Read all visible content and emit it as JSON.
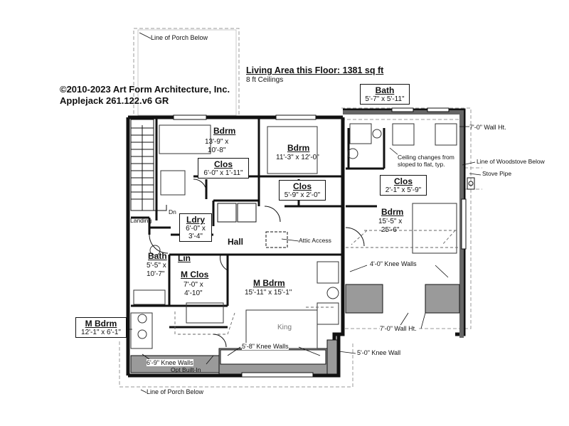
{
  "header": {
    "living_area": "Living Area this Floor: 1381 sq ft",
    "ceilings": "8 ft Ceilings",
    "copyright": "©2010-2023 Art Form Architecture, Inc.",
    "plan_id": "Applejack 261.122.v6 GR"
  },
  "rooms": {
    "bdrm_nw": {
      "name": "Bdrm",
      "dims": "13'-9\" x\n10'-8\""
    },
    "bdrm_n": {
      "name": "Bdrm",
      "dims": "11'-3\" x 12'-0\""
    },
    "bdrm_e": {
      "name": "Bdrm",
      "dims": "15'-5\" x\n25'-6\""
    },
    "clos_nw": {
      "name": "Clos",
      "dims": "6'-0\" x 1'-11\""
    },
    "clos_n": {
      "name": "Clos",
      "dims": "5'-9\" x 2'-0\""
    },
    "clos_e": {
      "name": "Clos",
      "dims": "2'-1\" x 5'-9\""
    },
    "bath_n": {
      "name": "Bath",
      "dims": "5'-7\" x 5'-11\""
    },
    "ldry": {
      "name": "Ldry",
      "dims": "6'-0\" x\n3'-4\""
    },
    "hall": {
      "name": "Hall"
    },
    "bath_w": {
      "name": "Bath",
      "dims": "5'-5\" x\n10'-7\""
    },
    "lin": {
      "name": "Lin"
    },
    "m_clos": {
      "name": "M Clos",
      "dims": "7'-0\" x\n4'-10\""
    },
    "m_bdrm": {
      "name": "M Bdrm",
      "dims": "15'-11\" x 15'-1\""
    },
    "m_bdrm_side": {
      "name": "M Bdrm",
      "dims": "12'-1\" x 6'-1\""
    }
  },
  "notes": {
    "porch_top": "Line of Porch Below",
    "porch_bottom": "Line of Porch Below",
    "wall_ht_top": "7'-0\" Wall Ht.",
    "wall_ht_bottom": "7'-0\" Wall Ht.",
    "ceiling_change": "Ceiling changes from\nsloped to flat, typ.",
    "woodstove": "Line of Woodstove Below",
    "stove_pipe": "Stove Pipe",
    "knee_4": "4'-0\" Knee Walls",
    "knee_58": "5'-8\" Knee Walls",
    "knee_69": "6'-9\" Knee Walls",
    "knee_5": "5'-0\" Knee Wall",
    "opt_built_in": "Opt Built-In",
    "attic_access": "Attic Access",
    "landing": "Landing",
    "dn": "Dn",
    "king": "King"
  }
}
